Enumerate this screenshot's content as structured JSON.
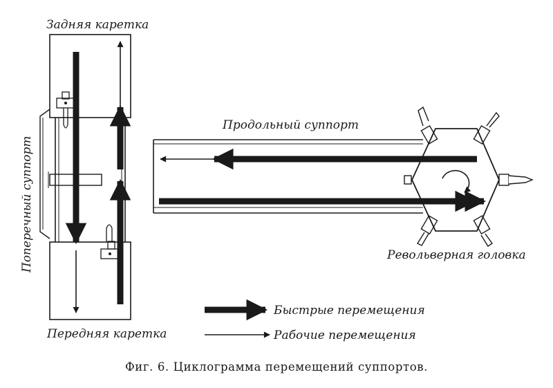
{
  "labels": {
    "rear_carriage": "Задняя каретка",
    "front_carriage": "Передняя каретка",
    "cross_support": "Поперечный суппорт",
    "longitudinal_support": "Продольный суппорт",
    "turret_head": "Револьверная головка"
  },
  "legend": {
    "fast": "Быстрые перемещения",
    "working": "Рабочие перемещения"
  },
  "caption": "Фиг. 6. Циклограмма перемещений суппортов.",
  "colors": {
    "ink": "#1a1a1a",
    "paper": "#ffffff"
  }
}
